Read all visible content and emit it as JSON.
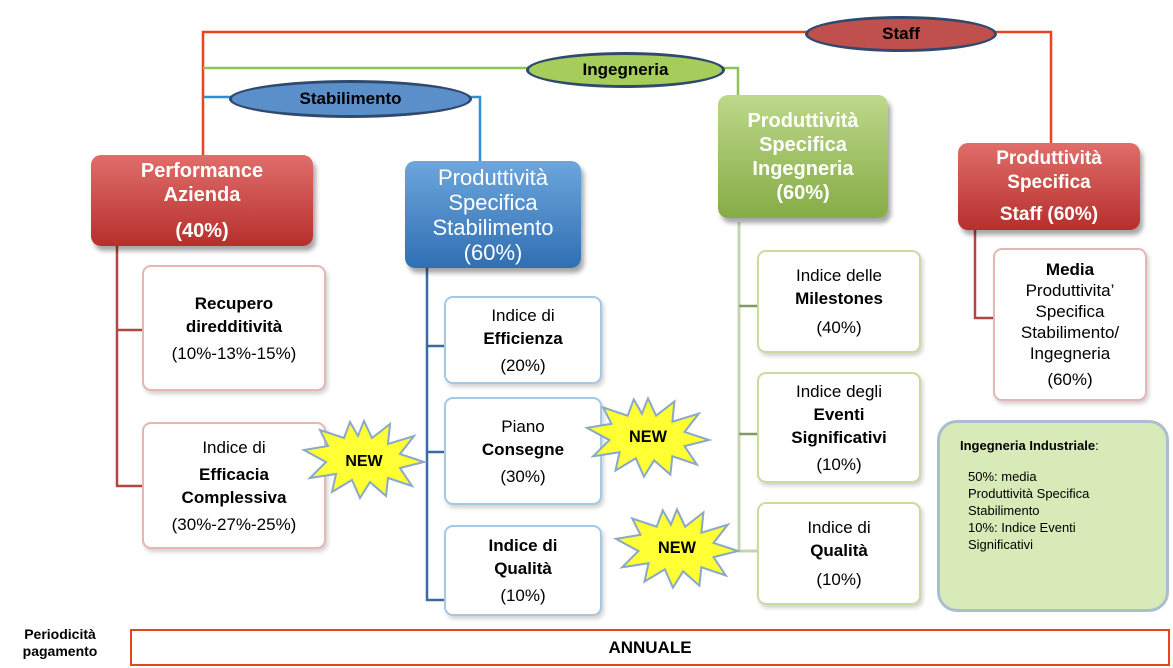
{
  "groups": {
    "staff": "Staff",
    "ingegneria": "Ingegneria",
    "stabilimento": "Stabilimento"
  },
  "headers": {
    "performance": {
      "lines": [
        "Performance",
        "Azienda"
      ],
      "pct": "(40%)"
    },
    "stabilimento": {
      "lines": [
        "Produttività",
        "Specifica",
        "Stabilimento",
        "(60%)"
      ]
    },
    "ingegneria": {
      "lines": [
        "Produttività",
        "Specifica",
        "Ingegneria",
        "(60%)"
      ]
    },
    "staff": {
      "lines": [
        "Produttività",
        "Specifica"
      ],
      "pct": "Staff (60%)"
    }
  },
  "performance_items": [
    {
      "pre": "",
      "bold": [
        "Recupero",
        "diredditività"
      ],
      "post": "(10%-13%-15%)"
    },
    {
      "pre": "Indice di",
      "bold": [
        "Efficacia",
        "Complessiva"
      ],
      "post": "(30%-27%-25%)"
    }
  ],
  "stabilimento_items": [
    {
      "pre": "Indice di",
      "bold": "Efficienza",
      "post": "(20%)"
    },
    {
      "pre": "Piano",
      "bold": "Consegne",
      "post": "(30%)"
    },
    {
      "pre": "",
      "bold": [
        "Indice di",
        "Qualità"
      ],
      "post": "(10%)"
    }
  ],
  "ingegneria_items": [
    {
      "pre": "Indice delle",
      "bold": "Milestones",
      "post": "(40%)"
    },
    {
      "pre": "Indice degli",
      "bold": [
        "Eventi",
        "Significativi"
      ],
      "post": "(10%)"
    },
    {
      "pre": "Indice di",
      "bold": "Qualità",
      "post": "(10%)"
    }
  ],
  "staff_item": {
    "bold": "Media",
    "lines": [
      "Produttivita’",
      "Specifica",
      "Stabilimento/",
      "Ingegneria"
    ],
    "post": "(60%)"
  },
  "new_badge": "NEW",
  "note": {
    "title": "Ingegneria Industriale",
    "colon": ":",
    "lines": [
      "50%:  media",
      "Produttività Specifica",
      "Stabilimento",
      "10%:  Indice Eventi",
      "Significativi"
    ]
  },
  "footer": {
    "label_lines": [
      "Periodicità",
      "pagamento"
    ],
    "value": "ANNUALE"
  },
  "colors": {
    "staff": "#c0504d",
    "ingegneria": "#9bbb59",
    "stabilimento": "#4f81bd",
    "footer_border": "#e8451e",
    "new_badge": "#ffff33"
  }
}
